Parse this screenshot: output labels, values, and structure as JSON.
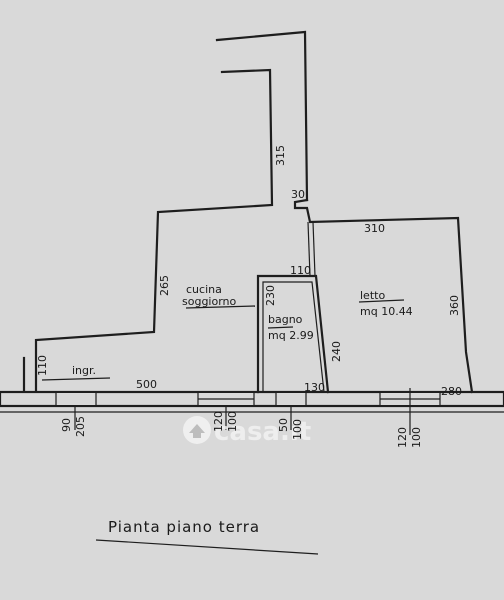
{
  "rooms": {
    "cucina": "cucina",
    "soggiorno": "soggiorno",
    "bagno": "bagno",
    "bagno_area": "mq 2.99",
    "letto": "letto",
    "letto_area": "mq 10.44",
    "ingresso": "ingr."
  },
  "dimensions": {
    "d315": "315",
    "d30": "30",
    "d310": "310",
    "d265": "265",
    "d110_top": "110",
    "d230": "230",
    "d240": "240",
    "d360": "360",
    "d110_left": "110",
    "d500": "500",
    "d130": "130",
    "d280": "280",
    "d90": "90",
    "d205": "205",
    "d120_a": "120",
    "d100_a": "100",
    "d50": "50",
    "d100_b": "100",
    "d120_b": "120",
    "d100_c": "100"
  },
  "watermark": "casa.it",
  "title": "Pianta piano terra"
}
